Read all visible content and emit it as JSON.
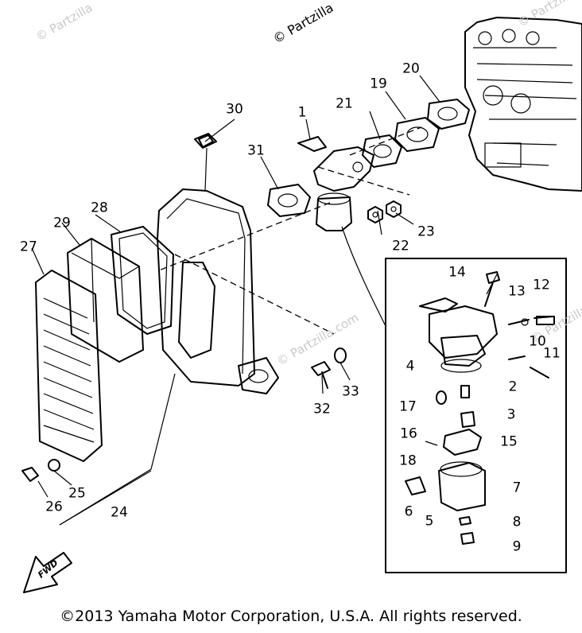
{
  "watermarks": {
    "main": "© Partzilla",
    "faint": "© Partzilla.com"
  },
  "callouts": {
    "c1": "1",
    "c2": "2",
    "c3": "3",
    "c4": "4",
    "c5": "5",
    "c6": "6",
    "c7": "7",
    "c8": "8",
    "c9": "9",
    "c10": "10",
    "c11": "11",
    "c12": "12",
    "c13": "13",
    "c14": "14",
    "c15": "15",
    "c16": "16",
    "c17": "17",
    "c18": "18",
    "c19": "19",
    "c20": "20",
    "c21": "21",
    "c22": "22",
    "c23": "23",
    "c24": "24",
    "c25": "25",
    "c26": "26",
    "c27": "27",
    "c28": "28",
    "c29": "29",
    "c30": "30",
    "c31": "31",
    "c32": "32",
    "c33": "33"
  },
  "direction_marker": "FWD",
  "copyright": "©2013  Yamaha Motor Corporation, U.S.A. All rights reserved."
}
